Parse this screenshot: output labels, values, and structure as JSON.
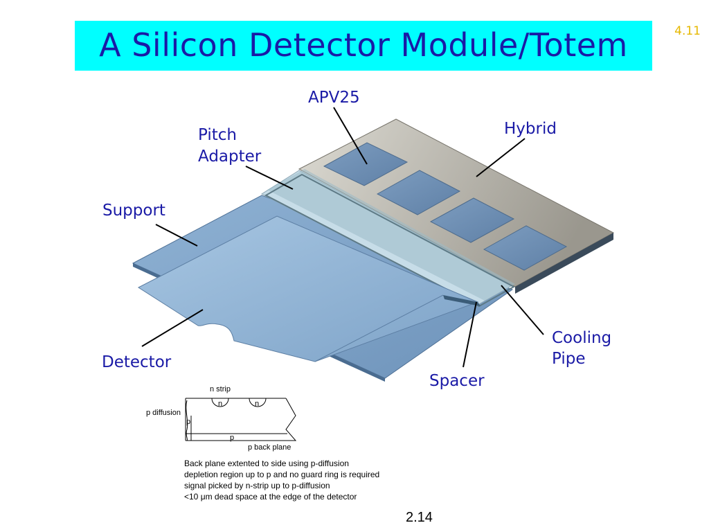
{
  "title": "A Silicon Detector Module/Totem",
  "slide_number": "4.11",
  "footer_page": "2.14",
  "labels": {
    "apv25": "APV25",
    "hybrid": "Hybrid",
    "pitch_adapter": [
      "Pitch",
      "Adapter"
    ],
    "support": "Support",
    "detector": "Detector",
    "cooling_pipe": [
      "Cooling",
      "Pipe"
    ],
    "spacer": "Spacer"
  },
  "cross_section": {
    "n_strip": "n strip",
    "n": "n",
    "p_diffusion": "p diffusion",
    "p": "p",
    "p_back_plane": "p back plane"
  },
  "notes": [
    "Back plane extented to side using p-diffusion",
    "depletion region up to p and no guard ring is required",
    "signal picked by n-strip up to p-diffusion",
    "<10 μm dead space at the edge of the detector"
  ],
  "colors": {
    "title_bg": "#00ffff",
    "title_text": "#1a1aa6",
    "slide_number": "#e6b800",
    "silicon": "#8fb3d6",
    "chip": "#6f8fb3",
    "hybrid": "#a8a59b"
  }
}
